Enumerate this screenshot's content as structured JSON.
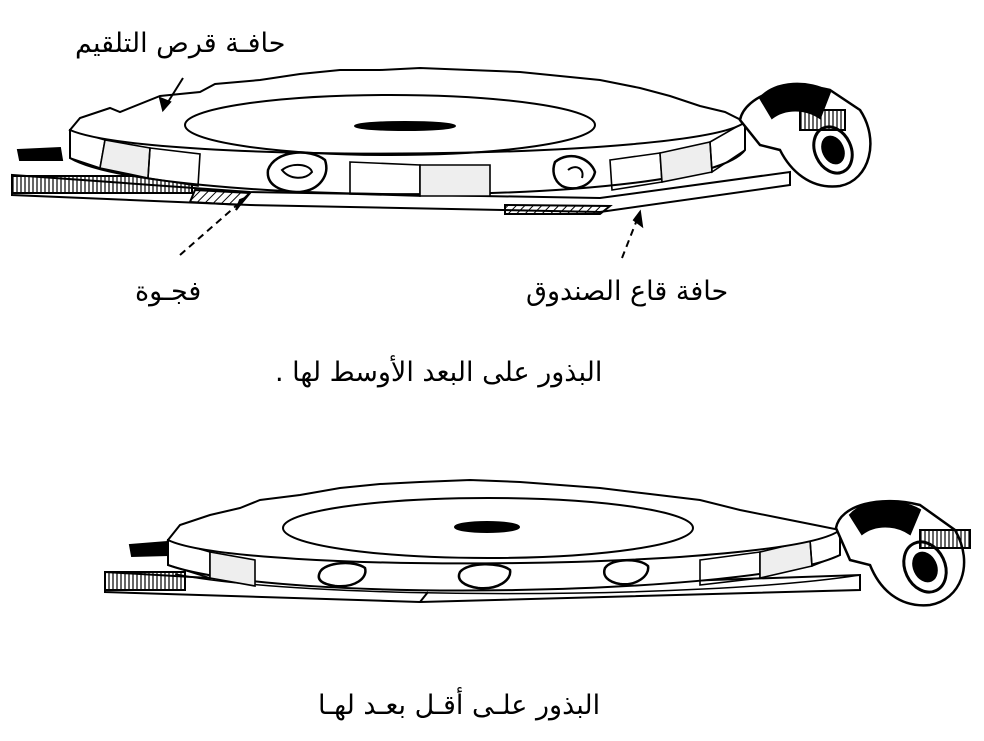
{
  "figure_top": {
    "labels": {
      "plate_rim": "حافـة قرص التلقيم",
      "gap": "فجـوة",
      "box_bottom_rim": "حافة قاع الصندوق"
    },
    "caption": "البذور على البعد الأوسط لها ."
  },
  "figure_bottom": {
    "caption": "البذور  علـى أقـل بعـد لهـا"
  },
  "colors": {
    "ink": "#000000",
    "paper": "#ffffff"
  }
}
